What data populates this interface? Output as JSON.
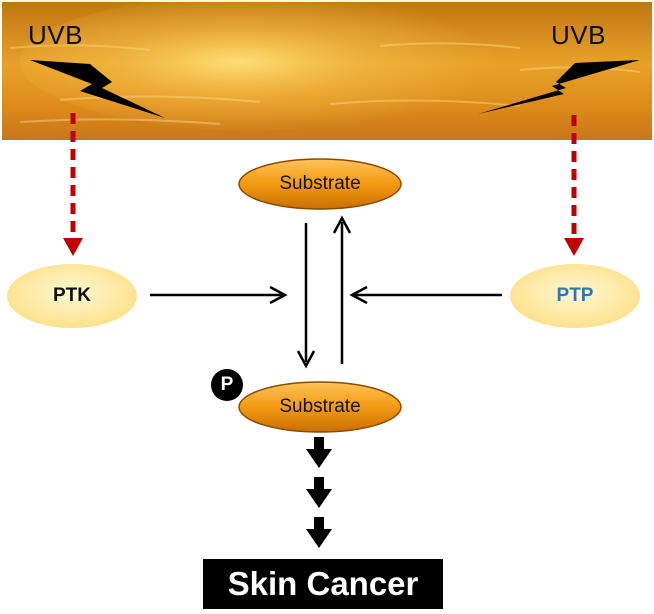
{
  "banner": {
    "left_label": "UVB",
    "right_label": "UVB"
  },
  "nodes": {
    "ptk": "PTK",
    "ptp": "PTP",
    "substrate_top": "Substrate",
    "substrate_bottom": "Substrate",
    "phospho_badge": "P"
  },
  "outcome": "Skin Cancer",
  "colors": {
    "sky_dark": "#b96a0c",
    "sky_mid": "#e0901a",
    "sky_light": "#f3c24a",
    "lightning": "#000000",
    "uv_arrow": "#c00000",
    "enzyme_fill": "#fde9a0",
    "substrate_fill": "#f29b16",
    "ptp_text": "#2e75b6"
  }
}
